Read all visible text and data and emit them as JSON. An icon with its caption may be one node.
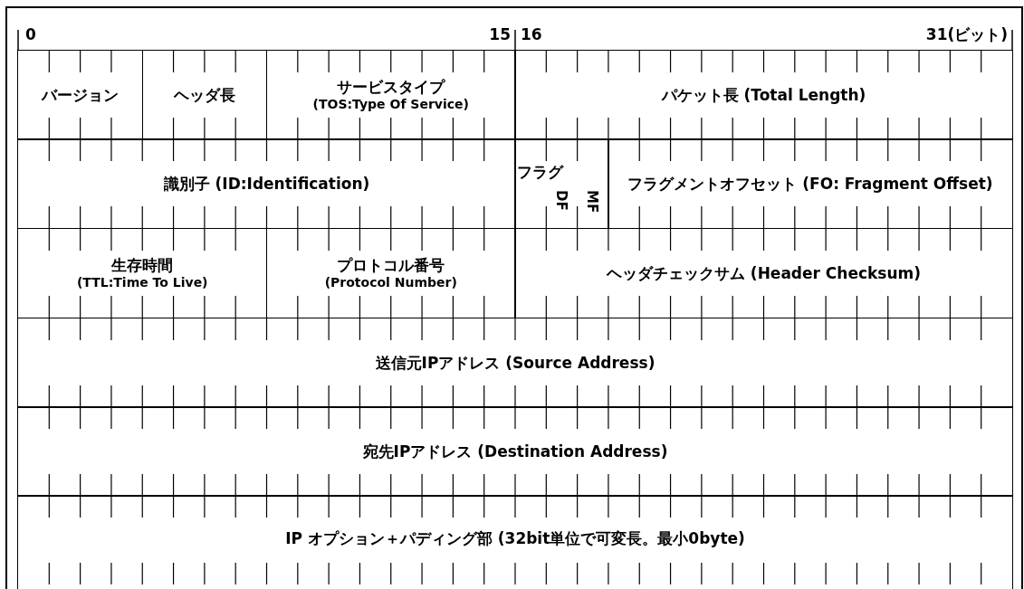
{
  "diagram": {
    "nodes": [
      {
        "text": [
          "バージョン"
        ]
      },
      {
        "text": [
          "ヘッダ長"
        ]
      },
      {
        "text": [
          "サービスタイプ",
          "(TOS:Type Of Service)"
        ]
      },
      {
        "text": [
          "パケット長 (Total Length)"
        ]
      },
      {
        "text": [
          "識別子 (ID:Identification)"
        ]
      },
      {
        "text": [
          "フラグ",
          "DF",
          "MF"
        ]
      },
      {
        "text": [
          "フラグメントオフセット (FO: Fragment Offset)"
        ]
      },
      {
        "text": [
          "生存時間",
          "(TTL:Time To Live)"
        ]
      },
      {
        "text": [
          "プロトコル番号",
          "(Protocol Number)"
        ]
      },
      {
        "text": [
          "ヘッダチェックサム (Header Checksum)"
        ]
      },
      {
        "text": [
          "送信元IPアドレス (Source Address)"
        ]
      },
      {
        "text": [
          "宛先IPアドレス (Destination Address)"
        ]
      },
      {
        "text": [
          "IP オプション＋パディング部 (32bit単位で可変長。最小0byte)"
        ]
      }
    ],
    "labels": [
      "0",
      "15",
      "16",
      "31(ビット)"
    ]
  }
}
